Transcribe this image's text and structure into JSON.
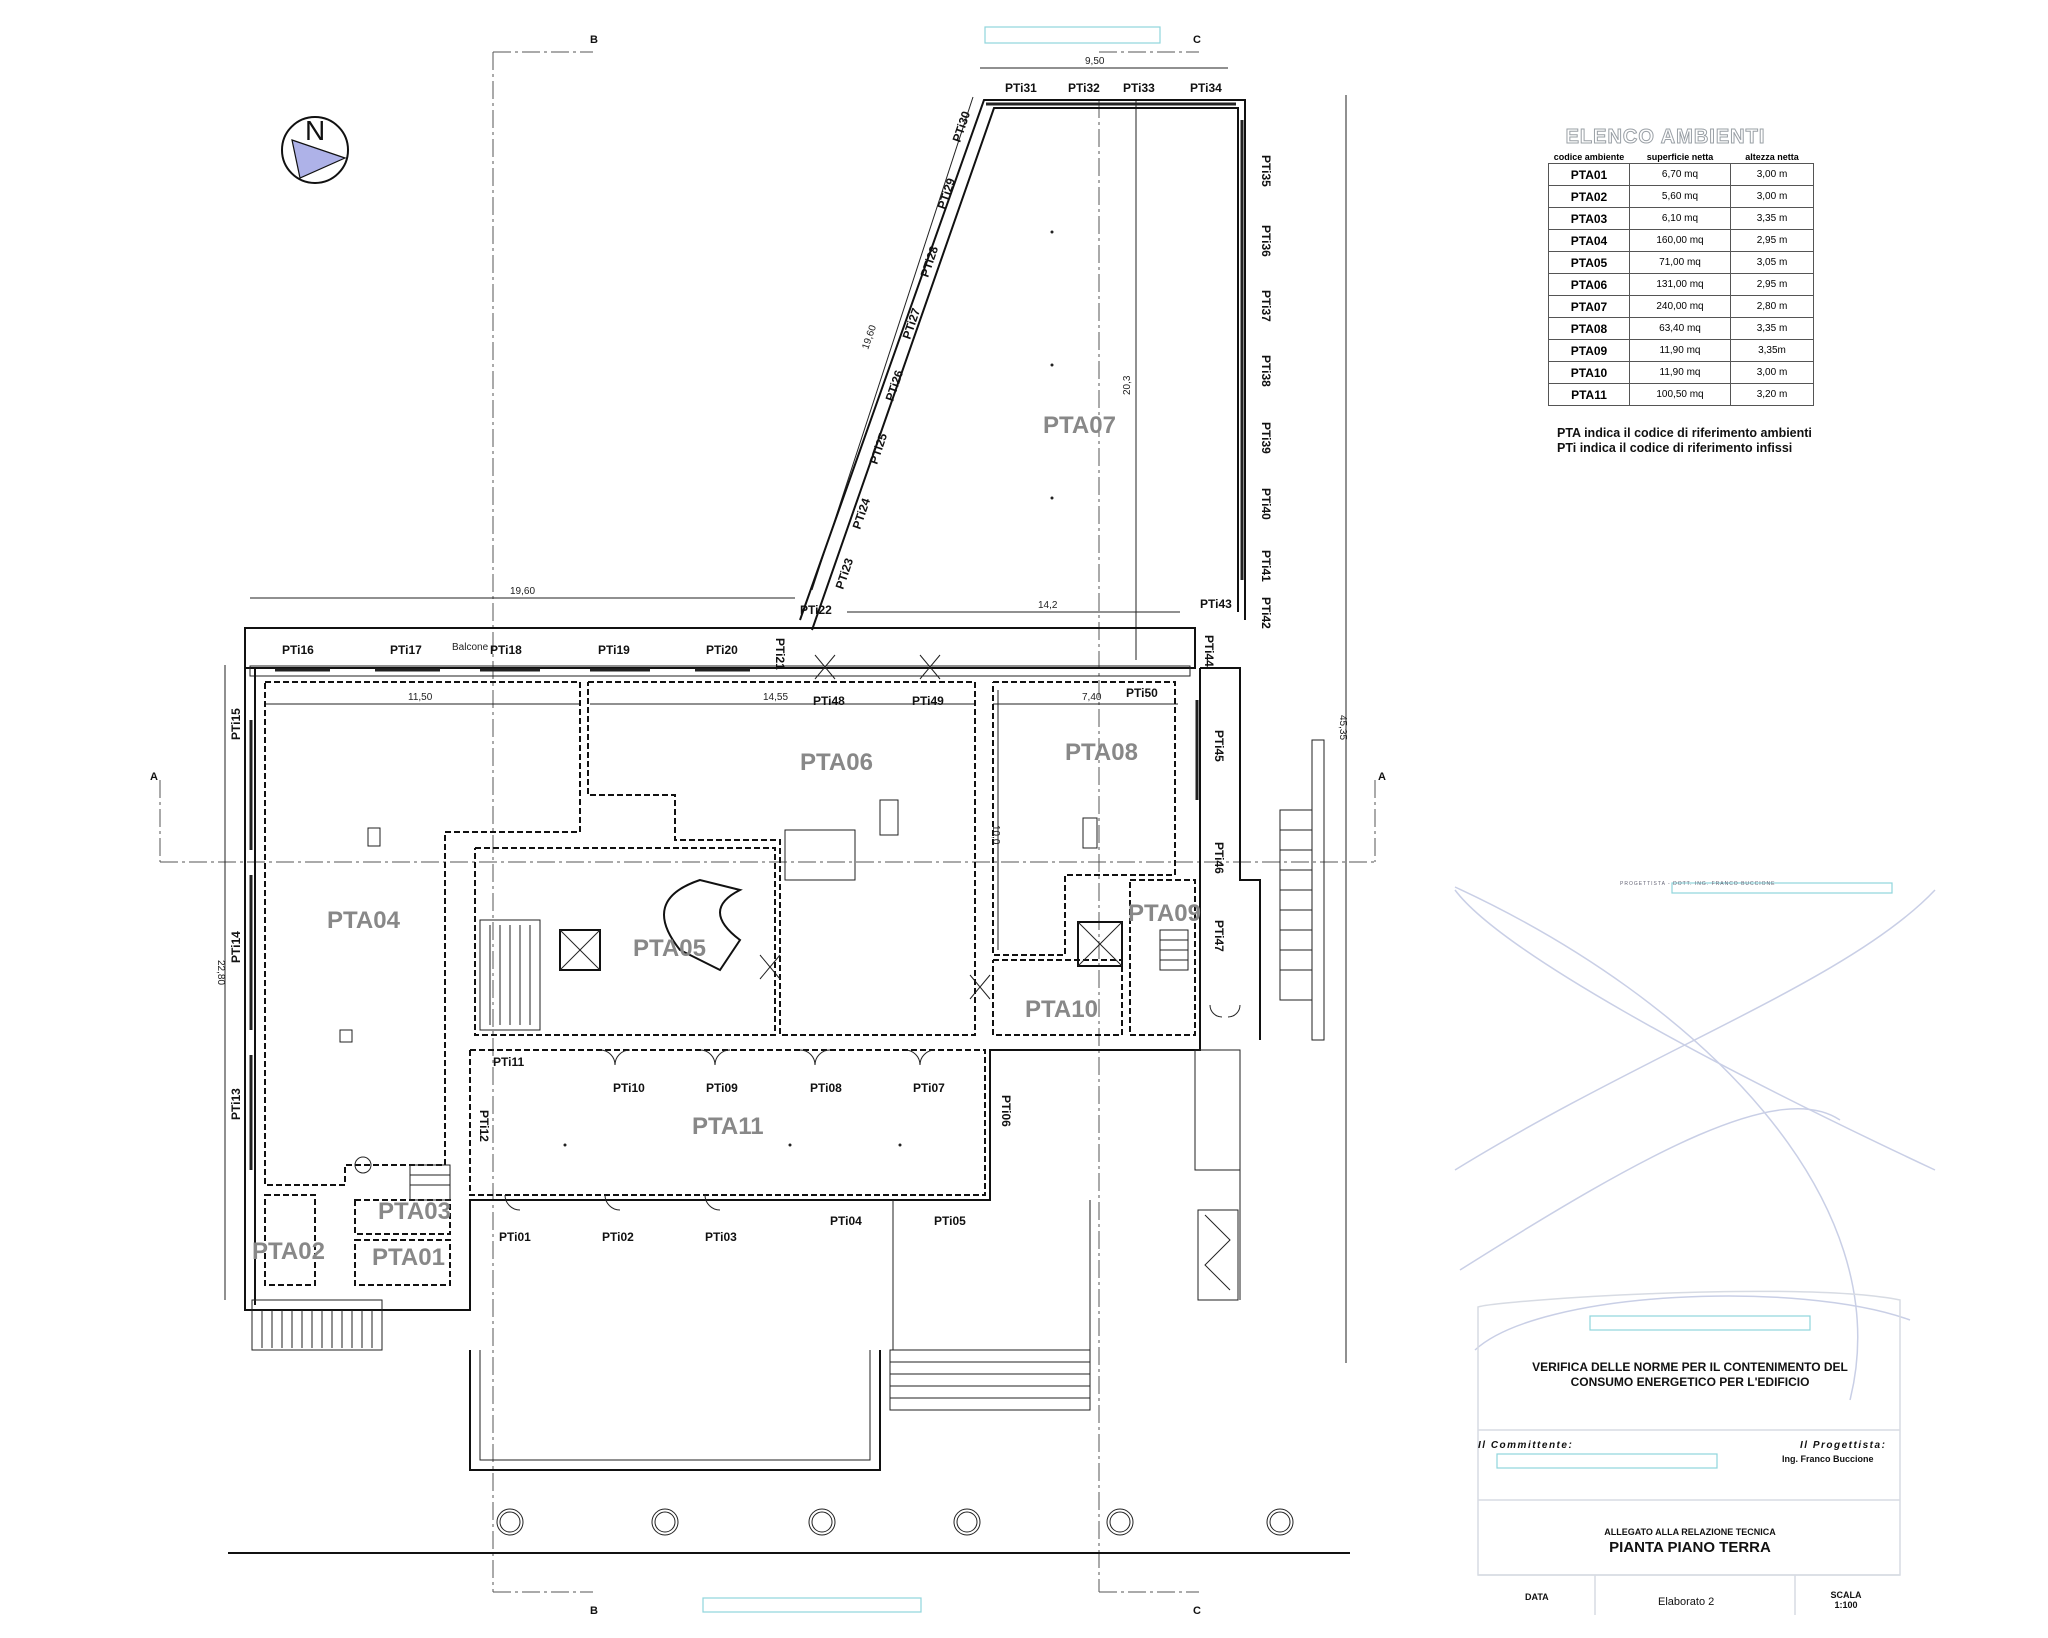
{
  "rooms": {
    "PTA01": "PTA01",
    "PTA02": "PTA02",
    "PTA03": "PTA03",
    "PTA04": "PTA04",
    "PTA05": "PTA05",
    "PTA06": "PTA06",
    "PTA07": "PTA07",
    "PTA08": "PTA08",
    "PTA09": "PTA09",
    "PTA10": "PTA10",
    "PTA11": "PTA11"
  },
  "openings": {
    "PTI01": "PTi01",
    "PTI02": "PTi02",
    "PTI03": "PTi03",
    "PTI04": "PTi04",
    "PTI05": "PTi05",
    "PTI06": "PTi06",
    "PTI07": "PTi07",
    "PTI08": "PTi08",
    "PTI09": "PTi09",
    "PTI10": "PTi10",
    "PTI11": "PTi11",
    "PTI12": "PTi12",
    "PTI13": "PTi13",
    "PTI14": "PTi14",
    "PTI15": "PTi15",
    "PTI16": "PTi16",
    "PTI17": "PTi17",
    "PTI18": "PTi18",
    "PTI19": "PTi19",
    "PTI20": "PTi20",
    "PTI21": "PTi21",
    "PTI22": "PTi22",
    "PTI23": "PTi23",
    "PTI24": "PTi24",
    "PTI25": "PTi25",
    "PTI26": "PTi26",
    "PTI27": "PTi27",
    "PTI28": "PTi28",
    "PTI29": "PTi29",
    "PTI30": "PTi30",
    "PTI31": "PTi31",
    "PTI32": "PTi32",
    "PTI33": "PTi33",
    "PTI34": "PTi34",
    "PTI35": "PTi35",
    "PTI36": "PTi36",
    "PTI37": "PTi37",
    "PTI38": "PTi38",
    "PTI39": "PTi39",
    "PTI40": "PTi40",
    "PTI41": "PTi41",
    "PTI42": "PTi42",
    "PTI43": "PTi43",
    "PTI44": "PTi44",
    "PTI45": "PTi45",
    "PTI46": "PTi46",
    "PTI47": "PTi47",
    "PTI48": "PTi48",
    "PTI49": "PTi49",
    "PTI50": "PTi50"
  },
  "dimensions": {
    "top_width": "9,50",
    "diagonal": "19,60",
    "east_depth": "20,3",
    "west_width": "19,60",
    "mid_width": "14,2",
    "pta04_width": "11,50",
    "pta06_width": "14,55",
    "pta08_width": "7,40",
    "pta08_depth": "10,0",
    "total_depth": "45,35",
    "west_depth": "22,80"
  },
  "labels": {
    "balcone": "Balcone",
    "north": "N"
  },
  "sections": {
    "A": "A",
    "B": "B",
    "C": "C"
  },
  "elenco": {
    "title": "ELENCO AMBIENTI",
    "headers": [
      "codice ambiente",
      "superficie netta",
      "altezza netta"
    ],
    "rows": [
      [
        "PTA01",
        "6,70 mq",
        "3,00 m"
      ],
      [
        "PTA02",
        "5,60 mq",
        "3,00 m"
      ],
      [
        "PTA03",
        "6,10 mq",
        "3,35 m"
      ],
      [
        "PTA04",
        "160,00 mq",
        "2,95 m"
      ],
      [
        "PTA05",
        "71,00 mq",
        "3,05 m"
      ],
      [
        "PTA06",
        "131,00 mq",
        "2,95 m"
      ],
      [
        "PTA07",
        "240,00 mq",
        "2,80 m"
      ],
      [
        "PTA08",
        "63,40 mq",
        "3,35 m"
      ],
      [
        "PTA09",
        "11,90 mq",
        "3,35m"
      ],
      [
        "PTA10",
        "11,90 mq",
        "3,00 m"
      ],
      [
        "PTA11",
        "100,50 mq",
        "3,20 m"
      ]
    ]
  },
  "legend": {
    "line1": "PTA indica  il codice di riferimento ambienti",
    "line2": "PTi indica  il codice di riferimento infissi"
  },
  "titleblock": {
    "top_note": "PROGETTISTA - DOTT. ING. FRANCO BUCCIONE",
    "heading1": "VERIFICA DELLE NORME PER IL CONTENIMENTO DEL",
    "heading2": "CONSUMO ENERGETICO PER L'EDIFICIO",
    "client_label": "Il Committente:",
    "designer_label": "Il Progettista:",
    "designer_name": "Ing. Franco Buccione",
    "attachment": "ALLEGATO ALLA RELAZIONE TECNICA",
    "plan_name": "PIANTA PIANO TERRA",
    "data_label": "DATA",
    "elaborato": "Elaborato 2",
    "scala_label": "SCALA",
    "scala_value": "1:100"
  }
}
